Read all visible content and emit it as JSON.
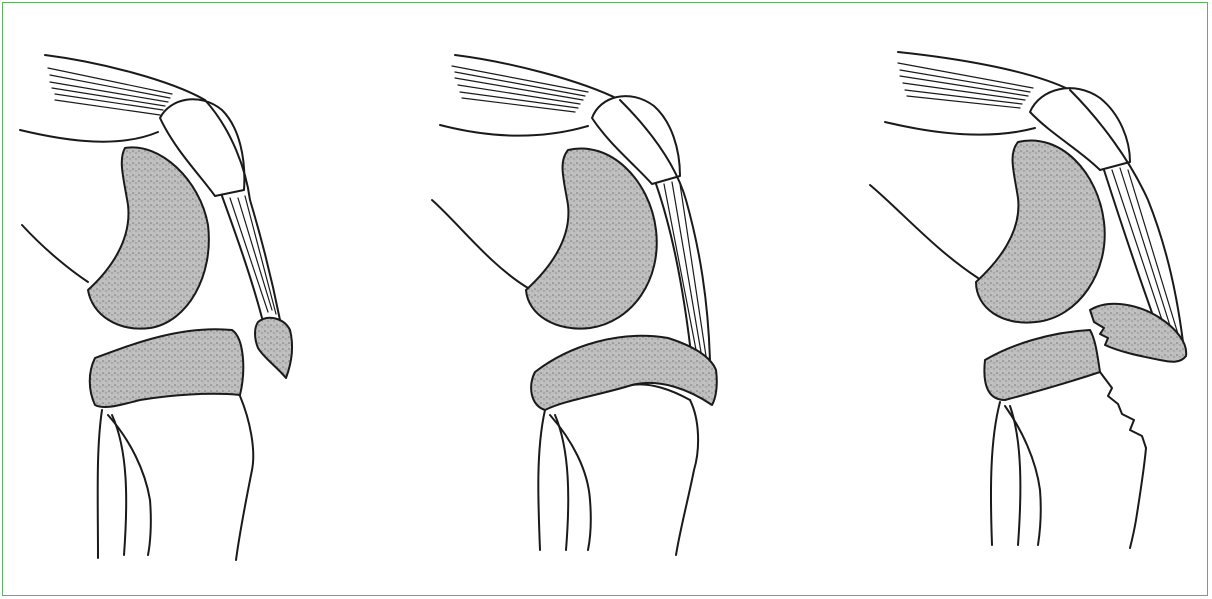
{
  "figure": {
    "panels": [
      {
        "id": "panel-1",
        "tendon_state": "avulsed-bone-fragment"
      },
      {
        "id": "panel-2",
        "tendon_state": "intact"
      },
      {
        "id": "panel-3",
        "tendon_state": "tibial-tubercle-fracture"
      }
    ],
    "colors": {
      "frame_border": "#5fb25f",
      "ink": "#1a1a1a",
      "stipple_base": "#b8b8b8",
      "background": "#ffffff"
    }
  }
}
